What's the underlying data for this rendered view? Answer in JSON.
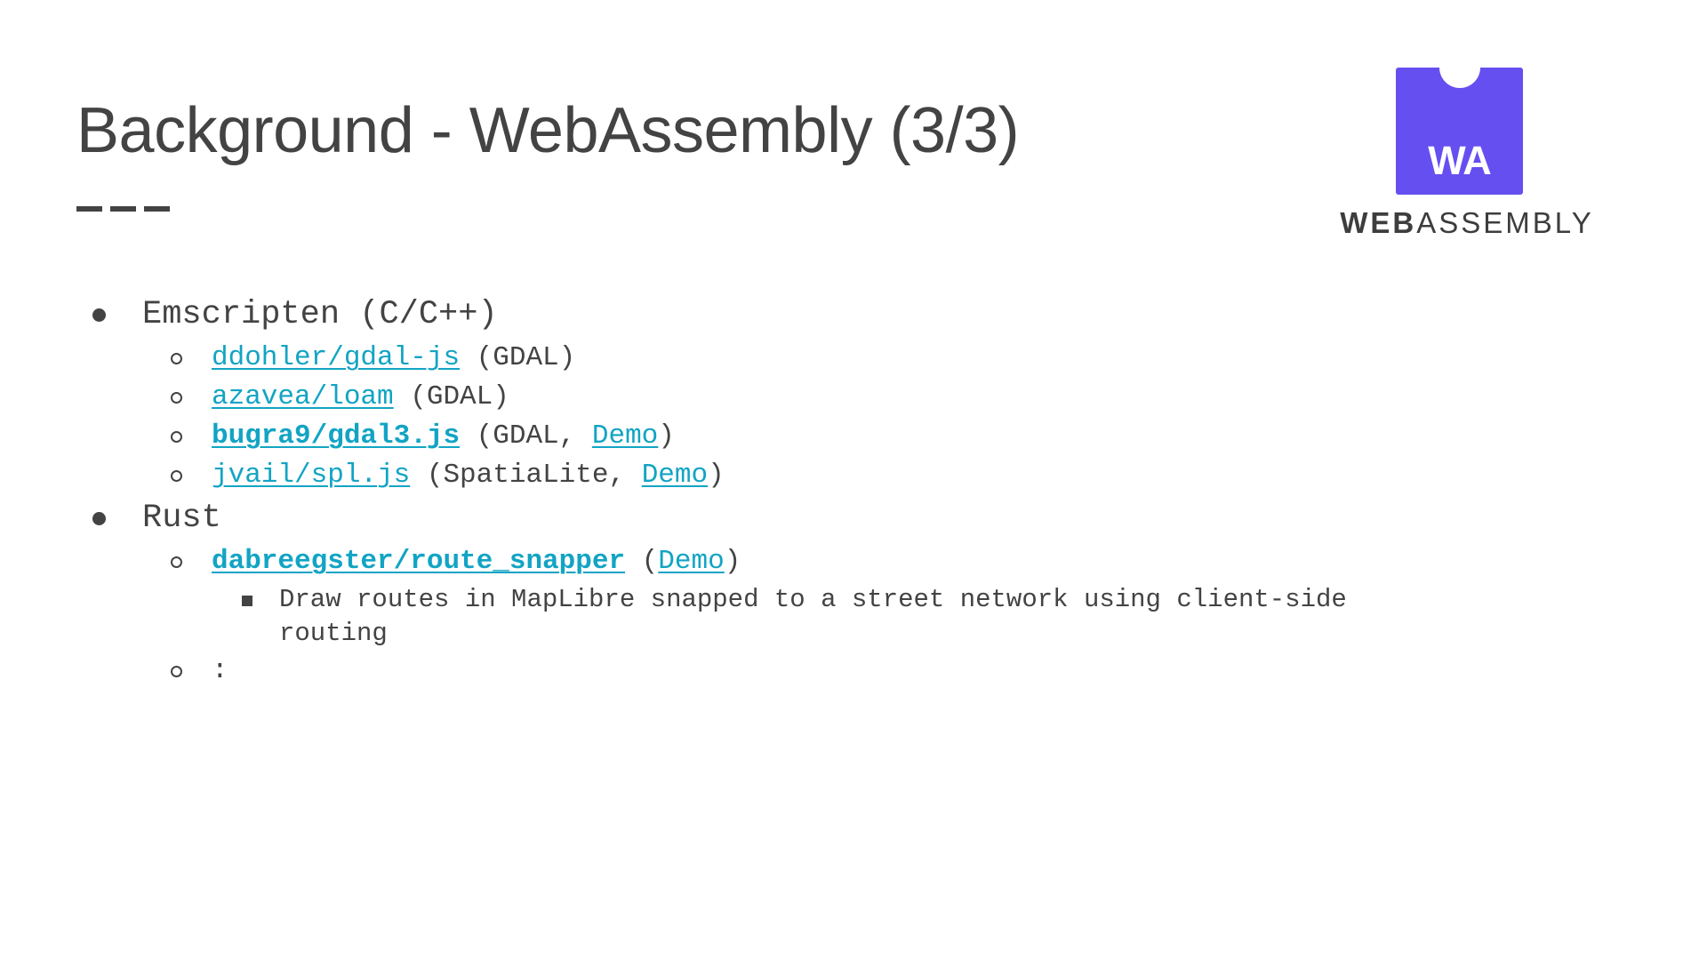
{
  "slide": {
    "title": "Background - WebAssembly (3/3)",
    "divider": "———",
    "background_color": "#ffffff",
    "text_color": "#434343",
    "link_color": "#12A4C4"
  },
  "logo": {
    "name": "webassembly-logo",
    "mark_text": "WA",
    "wordmark_bold": "WEB",
    "wordmark_light": "ASSEMBLY",
    "mark_color": "#654FF0"
  },
  "content": {
    "items": [
      {
        "level": 1,
        "bullet": "filled-disc",
        "text": "Emscripten (C/C++)"
      },
      {
        "level": 2,
        "bullet": "hollow-circle",
        "link": "ddohler/gdal-js",
        "link_bold": false,
        "suffix": " (GDAL)"
      },
      {
        "level": 2,
        "bullet": "hollow-circle",
        "link": "azavea/loam",
        "link_bold": false,
        "suffix": " (GDAL)"
      },
      {
        "level": 2,
        "bullet": "hollow-circle",
        "link": "bugra9/gdal3.js",
        "link_bold": true,
        "mid": " (GDAL, ",
        "demo": "Demo",
        "close": ")"
      },
      {
        "level": 2,
        "bullet": "hollow-circle",
        "link": "jvail/spl.js",
        "link_bold": false,
        "mid": " (SpatiaLite, ",
        "demo": "Demo",
        "close": ")"
      },
      {
        "level": 1,
        "bullet": "filled-disc",
        "text": "Rust"
      },
      {
        "level": 2,
        "bullet": "hollow-circle",
        "link": "dabreegster/route_snapper",
        "link_bold": true,
        "mid": " (",
        "demo": "Demo",
        "close": ")"
      },
      {
        "level": 3,
        "bullet": "filled-square",
        "text": "Draw routes in MapLibre snapped to a street network using client-side routing"
      },
      {
        "level": 2,
        "bullet": "hollow-circle",
        "text": ":"
      }
    ]
  }
}
